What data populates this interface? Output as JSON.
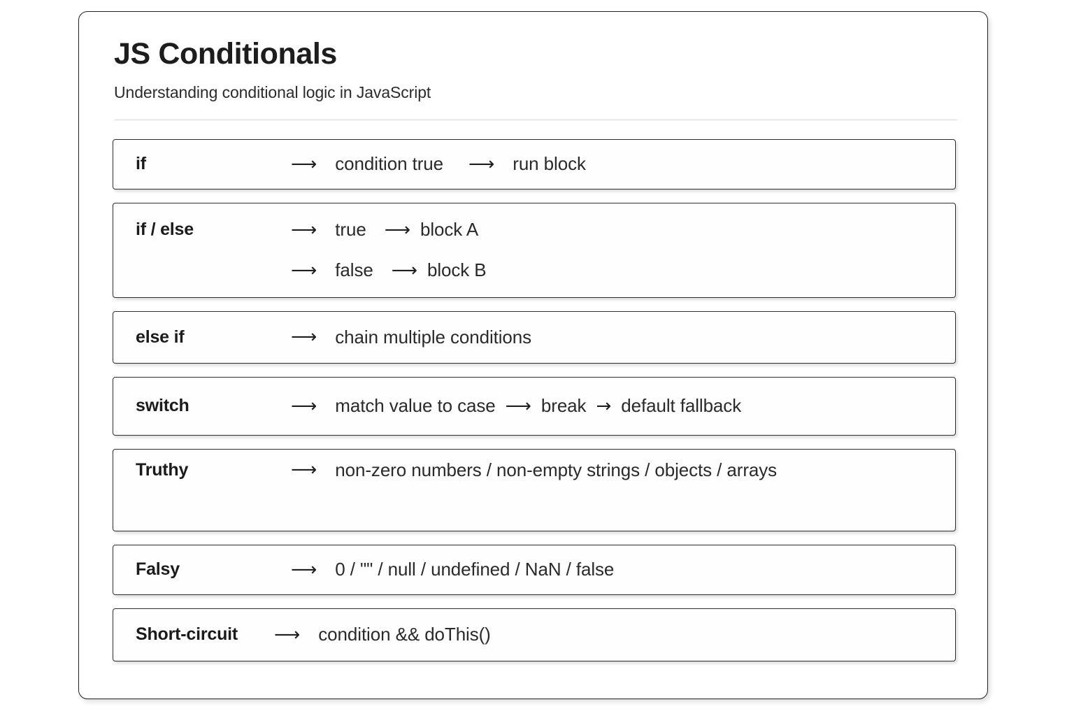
{
  "header": {
    "title": "JS Conditionals",
    "subtitle": "Understanding conditional logic in JavaScript"
  },
  "icons": {
    "arrow_long": "⟶",
    "arrow_short": "→"
  },
  "rows": [
    {
      "label": "if",
      "lines": [
        {
          "arrow": "⟶",
          "text": "condition true",
          "arrow2": "⟶",
          "text2": "run block"
        }
      ]
    },
    {
      "label": "if / else",
      "lines": [
        {
          "arrow": "⟶",
          "text": "true",
          "arrow2": "⟶",
          "text2": "block A"
        },
        {
          "arrow": "⟶",
          "text": "false",
          "arrow2": "⟶",
          "text2": "block B"
        }
      ]
    },
    {
      "label": "else if",
      "lines": [
        {
          "arrow": "⟶",
          "text": "chain multiple conditions"
        }
      ]
    },
    {
      "label": "switch",
      "lines": [
        {
          "arrow": "⟶",
          "text": "match value to case",
          "arrow2": "⟶",
          "text2": "break",
          "arrow3": "→",
          "text3": "default fallback"
        }
      ]
    },
    {
      "label": "Truthy",
      "lines": [
        {
          "arrow": "⟶",
          "text": "non-zero numbers / non-empty strings / objects / arrays"
        }
      ]
    },
    {
      "label": "Falsy",
      "lines": [
        {
          "arrow": "⟶",
          "text": "0 / \"\" / null  / undefined / NaN / false"
        }
      ]
    },
    {
      "label": "Short-circuit",
      "lines": [
        {
          "arrow": "⟶",
          "text": "condition && doThis()"
        }
      ]
    }
  ],
  "colors": {
    "background": "#ffffff",
    "card_border": "#232323",
    "row_border": "#2e2e2e",
    "divider": "#dadada",
    "text": "#1d1d1d"
  }
}
